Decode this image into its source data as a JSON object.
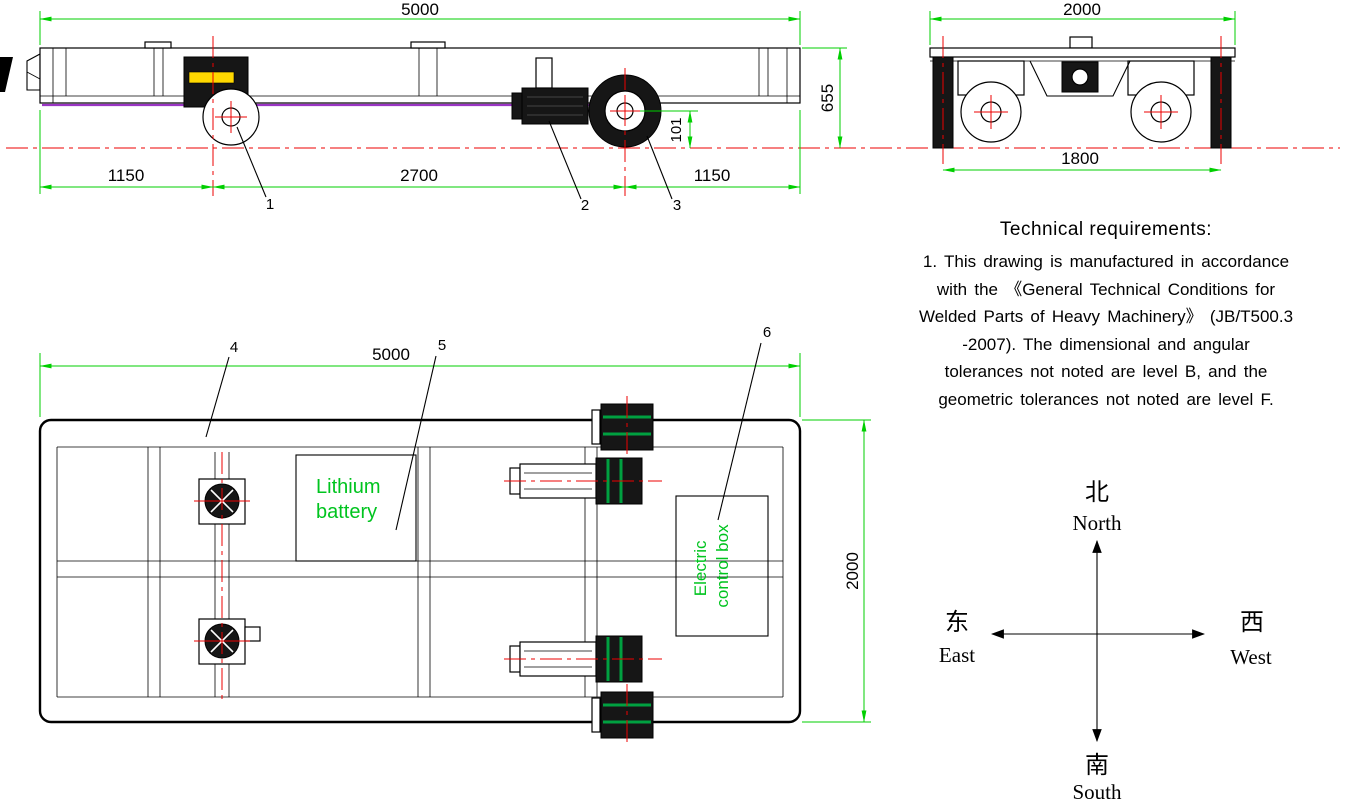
{
  "side_view": {
    "dim_overall_length": "5000",
    "dim_front_overhang": "1150",
    "dim_wheelbase": "2700",
    "dim_rear_overhang": "1150",
    "dim_height": "655",
    "dim_wheel_to_rail": "101",
    "callout_1": "1",
    "callout_2": "2",
    "callout_3": "3"
  },
  "end_view": {
    "dim_overall_width": "2000",
    "dim_wheel_gauge": "1800"
  },
  "plan_view": {
    "dim_length": "5000",
    "dim_width": "2000",
    "callout_4": "4",
    "callout_5": "5",
    "callout_6": "6",
    "battery_line1": "Lithium",
    "battery_line2": "battery",
    "control_line1": "Electric",
    "control_line2": "control box"
  },
  "tech_requirements": {
    "title": "Technical requirements:",
    "lines": [
      "1. This drawing is manufactured in accordance",
      "with the 《General Technical Conditions for",
      "Welded Parts of Heavy Machinery》 (JB/T500.3",
      "-2007). The dimensional and angular",
      "tolerances not noted are level B, and the",
      "geometric tolerances not noted are level F."
    ]
  },
  "compass": {
    "north_zh": "北",
    "north_en": "North",
    "south_zh": "南",
    "south_en": "South",
    "east_zh": "东",
    "east_en": "East",
    "west_zh": "西",
    "west_en": "West"
  },
  "colors": {
    "dimension_green": "#00cf00",
    "centerline_red": "#ee0000",
    "accent_purple": "#9a35c4",
    "label_green": "#00c41f",
    "nameplate_yellow": "#ffd800",
    "coupling_green": "#00a040"
  }
}
